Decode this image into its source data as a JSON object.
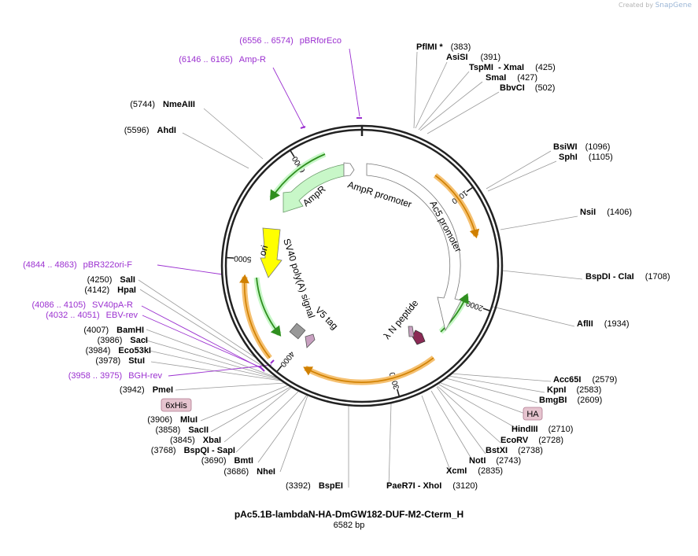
{
  "credit": {
    "prefix": "Created by",
    "brand": "SnapGene"
  },
  "plasmid": {
    "name": "pAc5.1B-lambdaN-HA-DmGW182-DUF-M2-Cterm_H",
    "size_label": "6582 bp",
    "length": 6582
  },
  "colors": {
    "primer": "#9b30d0",
    "site": "#000000",
    "ruler": "#222222",
    "orf": "#f5b040",
    "ori": "#ffff00",
    "ampr": "#c8f7c8",
    "green": "#2f8f1f",
    "v5": "#c8a0c0",
    "nlambda": "#8b2a55",
    "sv40": "#999999"
  },
  "ruler_ticks": [
    {
      "label": "1000",
      "pos": 1000
    },
    {
      "label": "2000",
      "pos": 2000
    },
    {
      "label": "3000",
      "pos": 3000
    },
    {
      "label": "4000",
      "pos": 4000
    },
    {
      "label": "5000",
      "pos": 5000
    },
    {
      "label": "6000",
      "pos": 6000
    }
  ],
  "features": [
    {
      "label": "AmpR promoter"
    },
    {
      "label": "AmpR"
    },
    {
      "label": "ori"
    },
    {
      "label": "Ac5 promoter"
    },
    {
      "label": "SV40 poly(A) signal"
    },
    {
      "label": "V5 tag"
    },
    {
      "label": "λ N peptide"
    }
  ],
  "tags": {
    "his": "6xHis",
    "ha": "HA"
  },
  "sites": [
    {
      "name": "PflMI *",
      "pos": "(383)"
    },
    {
      "name": "AsiSI",
      "pos": "(391)"
    },
    {
      "name": "TspMI  - XmaI",
      "pos": "(425)"
    },
    {
      "name": "SmaI",
      "pos": "(427)"
    },
    {
      "name": "BbvCI",
      "pos": "(502)"
    },
    {
      "name": "BsiWI",
      "pos": "(1096)"
    },
    {
      "name": "SphI",
      "pos": "(1105)"
    },
    {
      "name": "NsiI",
      "pos": "(1406)"
    },
    {
      "name": "BspDI  - ClaI",
      "pos": "(1708)"
    },
    {
      "name": "AflII",
      "pos": "(1934)"
    },
    {
      "name": "Acc65I",
      "pos": "(2579)"
    },
    {
      "name": "KpnI",
      "pos": "(2583)"
    },
    {
      "name": "BmgBI",
      "pos": "(2609)"
    },
    {
      "name": "HindIII",
      "pos": "(2710)"
    },
    {
      "name": "EcoRV",
      "pos": "(2728)"
    },
    {
      "name": "BstXI",
      "pos": "(2738)"
    },
    {
      "name": "NotI",
      "pos": "(2743)"
    },
    {
      "name": "XcmI",
      "pos": "(2835)"
    },
    {
      "name": "PaeR7I  - XhoI",
      "pos": "(3120)"
    },
    {
      "name": "BspEI",
      "pos": "(3392)"
    },
    {
      "name": "NheI",
      "pos": "(3686)"
    },
    {
      "name": "BmtI",
      "pos": "(3690)"
    },
    {
      "name": "BspQI  - SapI",
      "pos": "(3768)"
    },
    {
      "name": "XbaI",
      "pos": "(3845)"
    },
    {
      "name": "SacII",
      "pos": "(3858)"
    },
    {
      "name": "MluI",
      "pos": "(3906)"
    },
    {
      "name": "PmeI",
      "pos": "(3942)"
    },
    {
      "name": "StuI",
      "pos": "(3978)"
    },
    {
      "name": "Eco53kI",
      "pos": "(3984)"
    },
    {
      "name": "SacI",
      "pos": "(3986)"
    },
    {
      "name": "BamHI",
      "pos": "(4007)"
    },
    {
      "name": "HpaI",
      "pos": "(4142)"
    },
    {
      "name": "SalI",
      "pos": "(4250)"
    },
    {
      "name": "AhdI",
      "pos": "(5596)"
    },
    {
      "name": "NmeAIII",
      "pos": "(5744)"
    }
  ],
  "primers": [
    {
      "range": "(6556 .. 6574)",
      "name": "pBRforEco"
    },
    {
      "range": "(6146 .. 6165)",
      "name": "Amp-R"
    },
    {
      "range": "(4844 .. 4863)",
      "name": "pBR322ori-F"
    },
    {
      "range": "(4086 .. 4105)",
      "name": "SV40pA-R"
    },
    {
      "range": "(4032 .. 4051)",
      "name": "EBV-rev"
    },
    {
      "range": "(3958 .. 3975)",
      "name": "BGH-rev"
    }
  ]
}
